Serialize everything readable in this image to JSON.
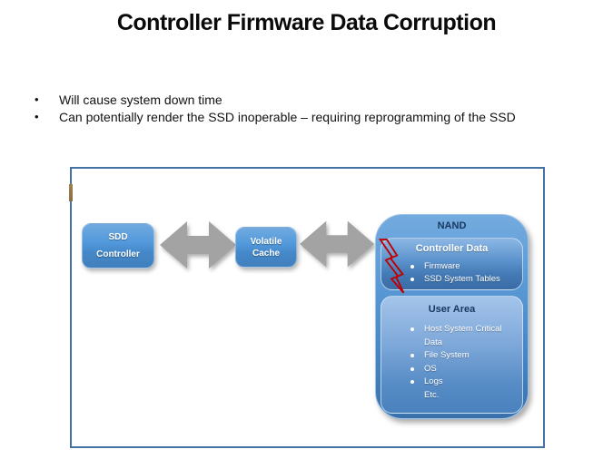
{
  "slide": {
    "title": "Controller Firmware Data Corruption",
    "bullets": [
      "Will cause system down time",
      "Can potentially render the SSD inoperable – requiring reprogramming of the SSD"
    ]
  },
  "diagram": {
    "sdd_controller": {
      "line1": "SDD",
      "line2": "Controller"
    },
    "volatile_cache": {
      "line1": "Volatile",
      "line2": "Cache"
    },
    "nand": {
      "label": "NAND"
    },
    "controller_data": {
      "label": "Controller Data",
      "items": [
        "Firmware",
        "SSD System Tables"
      ]
    },
    "user_area": {
      "label": "User Area",
      "items": [
        "Host System Critical Data",
        "File System",
        "OS",
        "Logs",
        "Etc."
      ]
    }
  },
  "colors": {
    "box_blue": "#4f93d4",
    "nand_bottom_blue": "#3a70aa",
    "arrow_gray": "#a3a3a3",
    "frame_border": "#4472a4",
    "navy_text": "#17375e",
    "bolt_red": "#c00000"
  }
}
